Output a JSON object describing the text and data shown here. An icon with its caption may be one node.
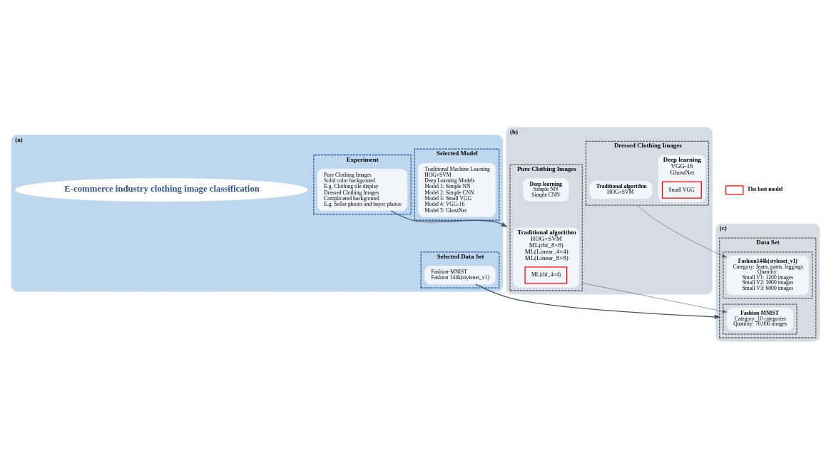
{
  "diagram": {
    "nodes": [
      {
        "text": [
          "(a)"
        ]
      },
      {
        "text": [
          "E-commerce industry clothing image classification"
        ],
        "in": 0
      },
      {
        "text": [
          "Selected Model"
        ],
        "in": 0
      },
      {
        "text": [
          "Traditional Machine Learning",
          "HOG+SVM",
          "Deep Learning Models",
          "Model 1: Simple NN",
          "Model 2: Simple CNN",
          "Model 3: Small VGG",
          "Model 4: VGG-16",
          "Model 5: GhostNet"
        ],
        "in": 2
      },
      {
        "text": [
          "Experiment"
        ],
        "in": 0
      },
      {
        "text": [
          "Pure Clothing Images",
          "Solid color background",
          "E.g. Clothing tile display",
          "Dressed Clothing Images",
          "Complicated background",
          "E.g. Seller photos and buyer photos"
        ],
        "in": 4
      },
      {
        "text": [
          "Selected Data Set"
        ],
        "in": 0
      },
      {
        "text": [
          "Fashion-MNIST",
          "Fashion 144k(stylenet_v1)"
        ],
        "in": 6
      },
      {
        "text": [
          "(b)"
        ]
      },
      {
        "text": [
          "Pure Clothing Images"
        ],
        "in": 8
      },
      {
        "text": [
          "Traditional algorithm",
          "HOG+SVM",
          "ML(rbf_8×8)",
          "ML(Linear_4×4)",
          "ML(Linear_8×8)"
        ],
        "in": 9
      },
      {
        "text": [
          "ML(rbf_4×4)"
        ],
        "in": 10
      },
      {
        "text": [
          "Deep learning",
          "Simple NN",
          "Simple CNN"
        ],
        "in": 9
      },
      {
        "text": [
          "Dressed Clothing Images"
        ],
        "in": 8
      },
      {
        "text": [
          "Traditional algorithm",
          "HOG+SVM"
        ],
        "in": 13
      },
      {
        "text": [
          "Deep learning",
          "VGG-16",
          "GhostNet"
        ],
        "in": 13
      },
      {
        "text": [
          "Small VGG"
        ],
        "in": 15
      },
      {
        "text": [
          "(c)"
        ]
      },
      {
        "text": [
          "Data Set"
        ],
        "in": 17
      },
      {
        "text": [],
        "shape": "box",
        "in": 18
      },
      {
        "text": [
          "Fashion-MNIST",
          "Category: 10 categories",
          "Quantity: 70,000 images"
        ],
        "in": 19
      },
      {
        "text": [],
        "shape": "box",
        "in": 18
      },
      {
        "text": [
          "Fashion144k(stylenet_v1)",
          "Category: Jeans, pants, leggings",
          "Quantity:",
          "Small V1: 1200 images",
          "Small V2: 3000 images",
          "Small V3: 6000 images"
        ],
        "in": 21
      }
    ],
    "edges": [
      {
        "from": 5,
        "to": 8,
        "arrow": "to",
        "color": "#44546a"
      },
      {
        "from": 7,
        "to": 18,
        "arrow": "to",
        "color": "#44546a"
      },
      {
        "from": 9,
        "to": 20,
        "arrow": "to",
        "color": "#666666"
      },
      {
        "from": 13,
        "to": 22,
        "arrow": "to",
        "color": "#666666"
      }
    ],
    "legend": [
      {
        "text": "The best model"
      }
    ]
  }
}
